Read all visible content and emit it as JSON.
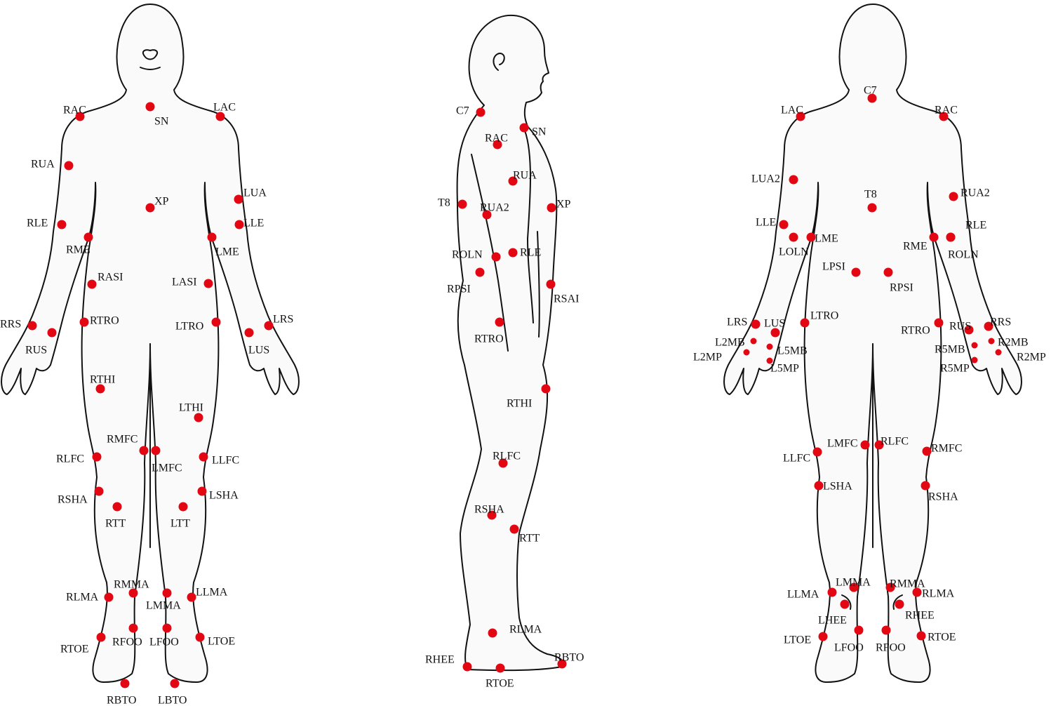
{
  "marker_color": "#e30613",
  "views": {
    "front": {
      "markers": {
        "sn": "SN",
        "rac": "RAC",
        "lac": "LAC",
        "rua": "RUA",
        "lua": "LUA",
        "xp": "XP",
        "rle": "RLE",
        "lle": "LLE",
        "rme": "RME",
        "lme": "LME",
        "rasi": "RASI",
        "lasi": "LASI",
        "rrs": "RRS",
        "rus": "RUS",
        "lrs": "LRS",
        "lus": "LUS",
        "rtro": "RTRO",
        "ltro": "LTRO",
        "rthi": "RTHI",
        "lthi": "LTHI",
        "rmfc": "RMFC",
        "lmfc": "LMFC",
        "rlfc": "RLFC",
        "llfc": "LLFC",
        "rsha": "RSHA",
        "lsha": "LSHA",
        "rtt": "RTT",
        "ltt": "LTT",
        "rlma": "RLMA",
        "rmma": "RMMA",
        "lmma": "LMMA",
        "llma": "LLMA",
        "rtoe": "RTOE",
        "rfoo": "RFOO",
        "lfoo": "LFOO",
        "ltoe": "LTOE",
        "rbto": "RBTO",
        "lbto": "LBTO"
      }
    },
    "side": {
      "markers": {
        "c7": "C7",
        "sn": "SN",
        "rac": "RAC",
        "rua": "RUA",
        "t8": "T8",
        "rua2": "RUA2",
        "xp": "XP",
        "roln": "ROLN",
        "rle": "RLE",
        "rpsi": "RPSI",
        "rsai": "RSAI",
        "rtro": "RTRO",
        "rthi": "RTHI",
        "rlfc": "RLFC",
        "rsha": "RSHA",
        "rtt": "RTT",
        "rlma": "RLMA",
        "rhee": "RHEE",
        "rtoe": "RTOE",
        "rbto": "RBTO"
      }
    },
    "back": {
      "markers": {
        "c7": "C7",
        "lac": "LAC",
        "rac": "RAC",
        "lua2": "LUA2",
        "rua2": "RUA2",
        "t8": "T8",
        "lle": "LLE",
        "lme": "LME",
        "loln": "LOLN",
        "rme": "RME",
        "rle": "RLE",
        "roln": "ROLN",
        "lpsi": "LPSI",
        "rpsi": "RPSI",
        "lrs": "LRS",
        "lus": "LUS",
        "ltro": "LTRO",
        "rtro": "RTRO",
        "rus": "RUS",
        "rrs": "RRS",
        "l2mb": "L2MB",
        "l2mp": "L2MP",
        "l5mb": "L5MB",
        "l5mp": "L5MP",
        "r5mb": "R5MB",
        "r5mp": "R5MP",
        "r2mb": "R2MB",
        "r2mp": "R2MP",
        "lmfc": "LMFC",
        "rlfc": "RLFC",
        "llfc": "LLFC",
        "rmfc": "RMFC",
        "lsha": "LSHA",
        "rsha": "RSHA",
        "llma": "LLMA",
        "lmma": "LMMA",
        "rmma": "RMMA",
        "rlma": "RLMA",
        "lhee": "LHEE",
        "rhee": "RHEE",
        "ltoe": "LTOE",
        "lfoo": "LFOO",
        "rfoo": "RFOO",
        "rtoe": "RTOE"
      }
    }
  }
}
